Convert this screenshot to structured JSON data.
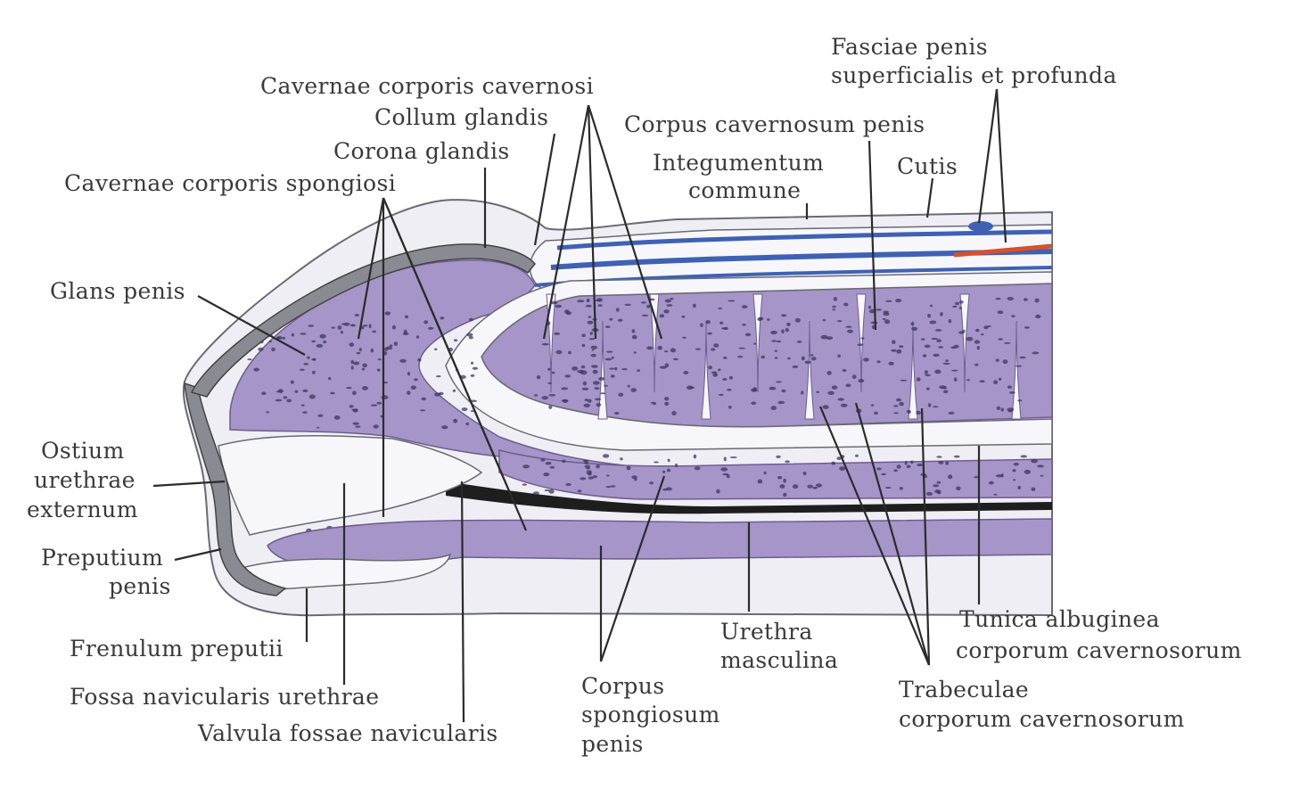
{
  "colors": {
    "background": "#ffffff",
    "tissue": "#a595c8",
    "tissue_dark": "#6c5d90",
    "speckle": "#3e3560",
    "albuginea": "#f7f7fb",
    "skin": "#eeeef4",
    "outline": "#6a6a75",
    "vein": "#3f61b4",
    "artery": "#d8502a",
    "urethra_lumen": "#1e1e1e",
    "label_text": "#3a3a3a"
  },
  "labels": {
    "fasciae": [
      "Fasciae penis",
      "superficialis et profunda"
    ],
    "cavernae_cav": "Cavernae corporis cavernosi",
    "collum": "Collum glandis",
    "corpus_cav": "Corpus cavernosum penis",
    "corona": "Corona glandis",
    "integumentum": [
      "Integumentum",
      "commune"
    ],
    "cutis": "Cutis",
    "cavernae_spong": "Cavernae corporis spongiosi",
    "glans": "Glans penis",
    "ostium": [
      "Ostium",
      "urethrae",
      "externum"
    ],
    "preputium": [
      "Preputium",
      "penis"
    ],
    "frenulum": "Frenulum  preputii",
    "fossa": "Fossa navicularis urethrae",
    "valvula": "Valvula fossae navicularis",
    "spongiosum": [
      "Corpus",
      "spongiosum",
      "penis"
    ],
    "urethra": [
      "Urethra",
      "masculina"
    ],
    "tunica": [
      "Tunica albuginea",
      "corporum  cavernosorum"
    ],
    "trabeculae": [
      "Trabeculae",
      "corporum cavernosorum"
    ]
  }
}
